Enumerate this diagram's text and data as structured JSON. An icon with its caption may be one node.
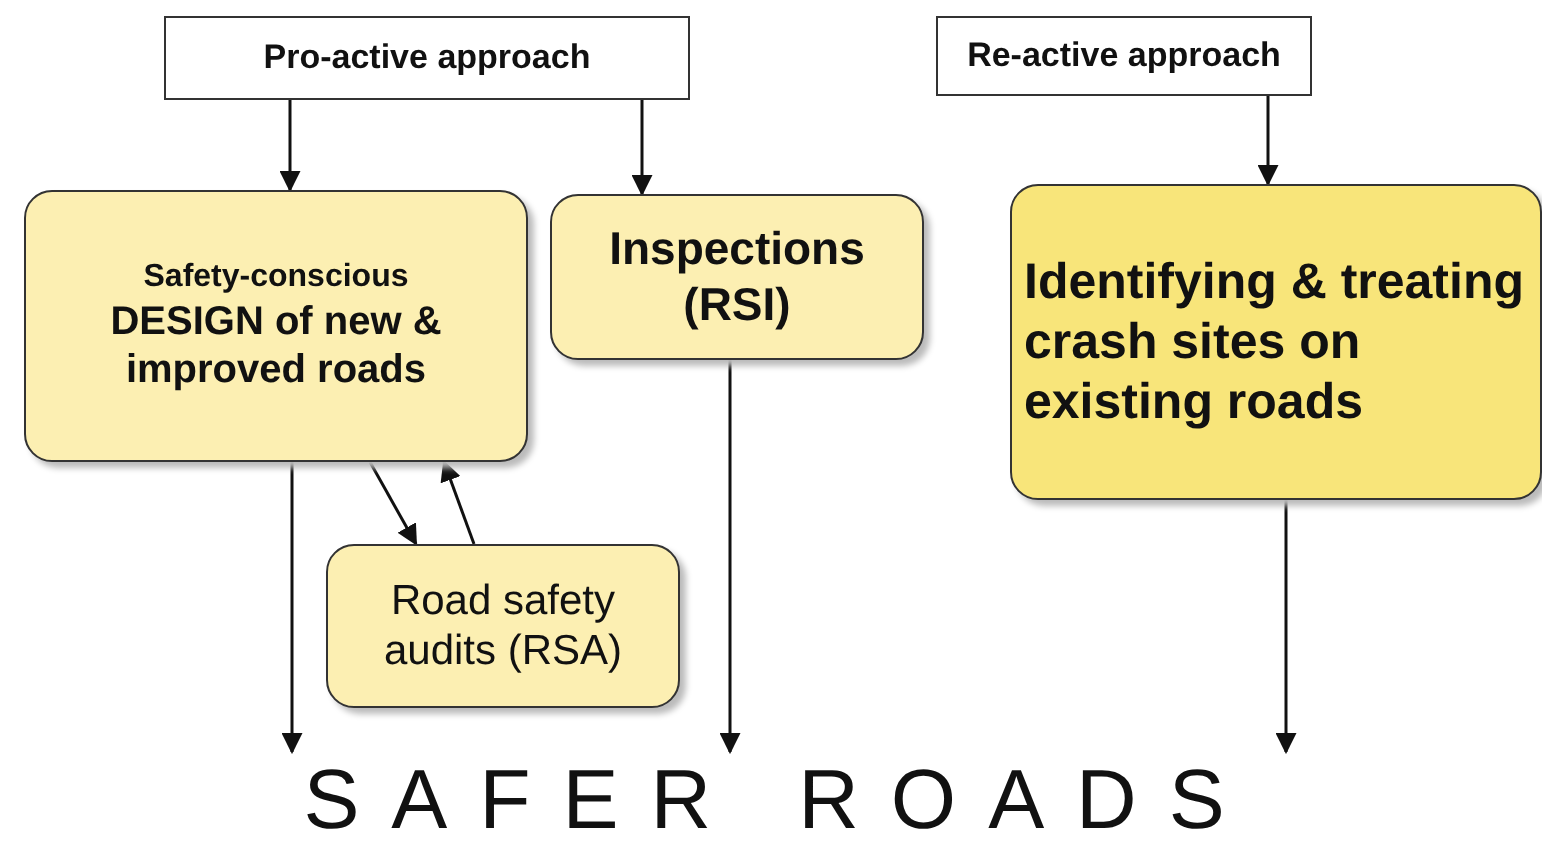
{
  "diagram": {
    "nodes": [
      {
        "text": [
          "Pro-active approach"
        ]
      },
      {
        "text": [
          "Re-active approach"
        ]
      },
      {
        "text": [
          "Safety-conscious",
          "DESIGN of **new** & **improved** roads"
        ]
      },
      {
        "text": [
          "Inspections (RSI)"
        ]
      },
      {
        "text": [
          "Identifying & treating crash sites on **existing** roads"
        ]
      },
      {
        "text": [
          "Road safety audits (RSA)"
        ]
      },
      {
        "text": [
          "SAFER ROADS"
        ]
      }
    ],
    "edges": [
      {
        "from": 0,
        "to": 2,
        "arrow": "to"
      },
      {
        "from": 0,
        "to": 3,
        "arrow": "to"
      },
      {
        "from": 1,
        "to": 4,
        "arrow": "to"
      },
      {
        "from": 2,
        "to": 5,
        "arrow": "to"
      },
      {
        "from": 5,
        "to": 2,
        "arrow": "to"
      },
      {
        "from": 2,
        "to": 6,
        "arrow": "to"
      },
      {
        "from": 3,
        "to": 6,
        "arrow": "to"
      },
      {
        "from": 4,
        "to": 6,
        "arrow": "to"
      }
    ]
  }
}
